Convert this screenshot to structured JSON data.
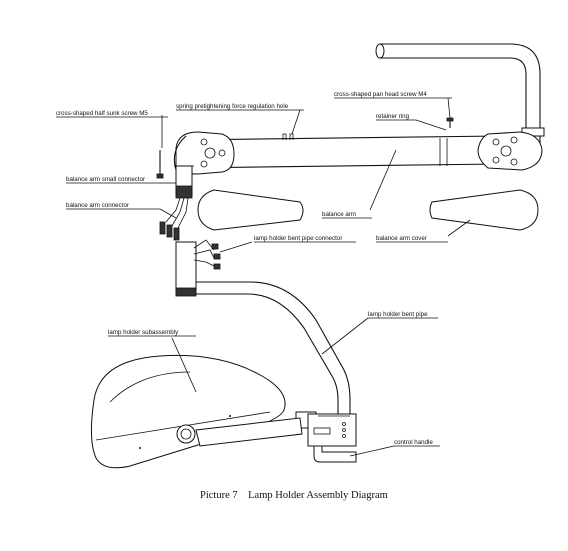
{
  "labels": {
    "half_sunk_screw": "cross-shaped half sunk screw M5",
    "spring_hole": "spring pretightening force regulation hole",
    "pan_head_screw": "cross-shaped pan head screw M4",
    "retainer_ring": "retainer ring",
    "small_connector": "balance arm small connector",
    "arm_connector": "balance arm connector",
    "balance_arm": "balance arm",
    "balance_arm_cover": "balance arm cover",
    "bent_pipe_connector": "lamp holder bent pipe connector",
    "subassembly": "lamp holder subassembly",
    "bent_pipe": "lamp holder bent pipe",
    "control_handle": "control handle"
  },
  "caption": "Picture 7    Lamp Holder Assembly Diagram"
}
